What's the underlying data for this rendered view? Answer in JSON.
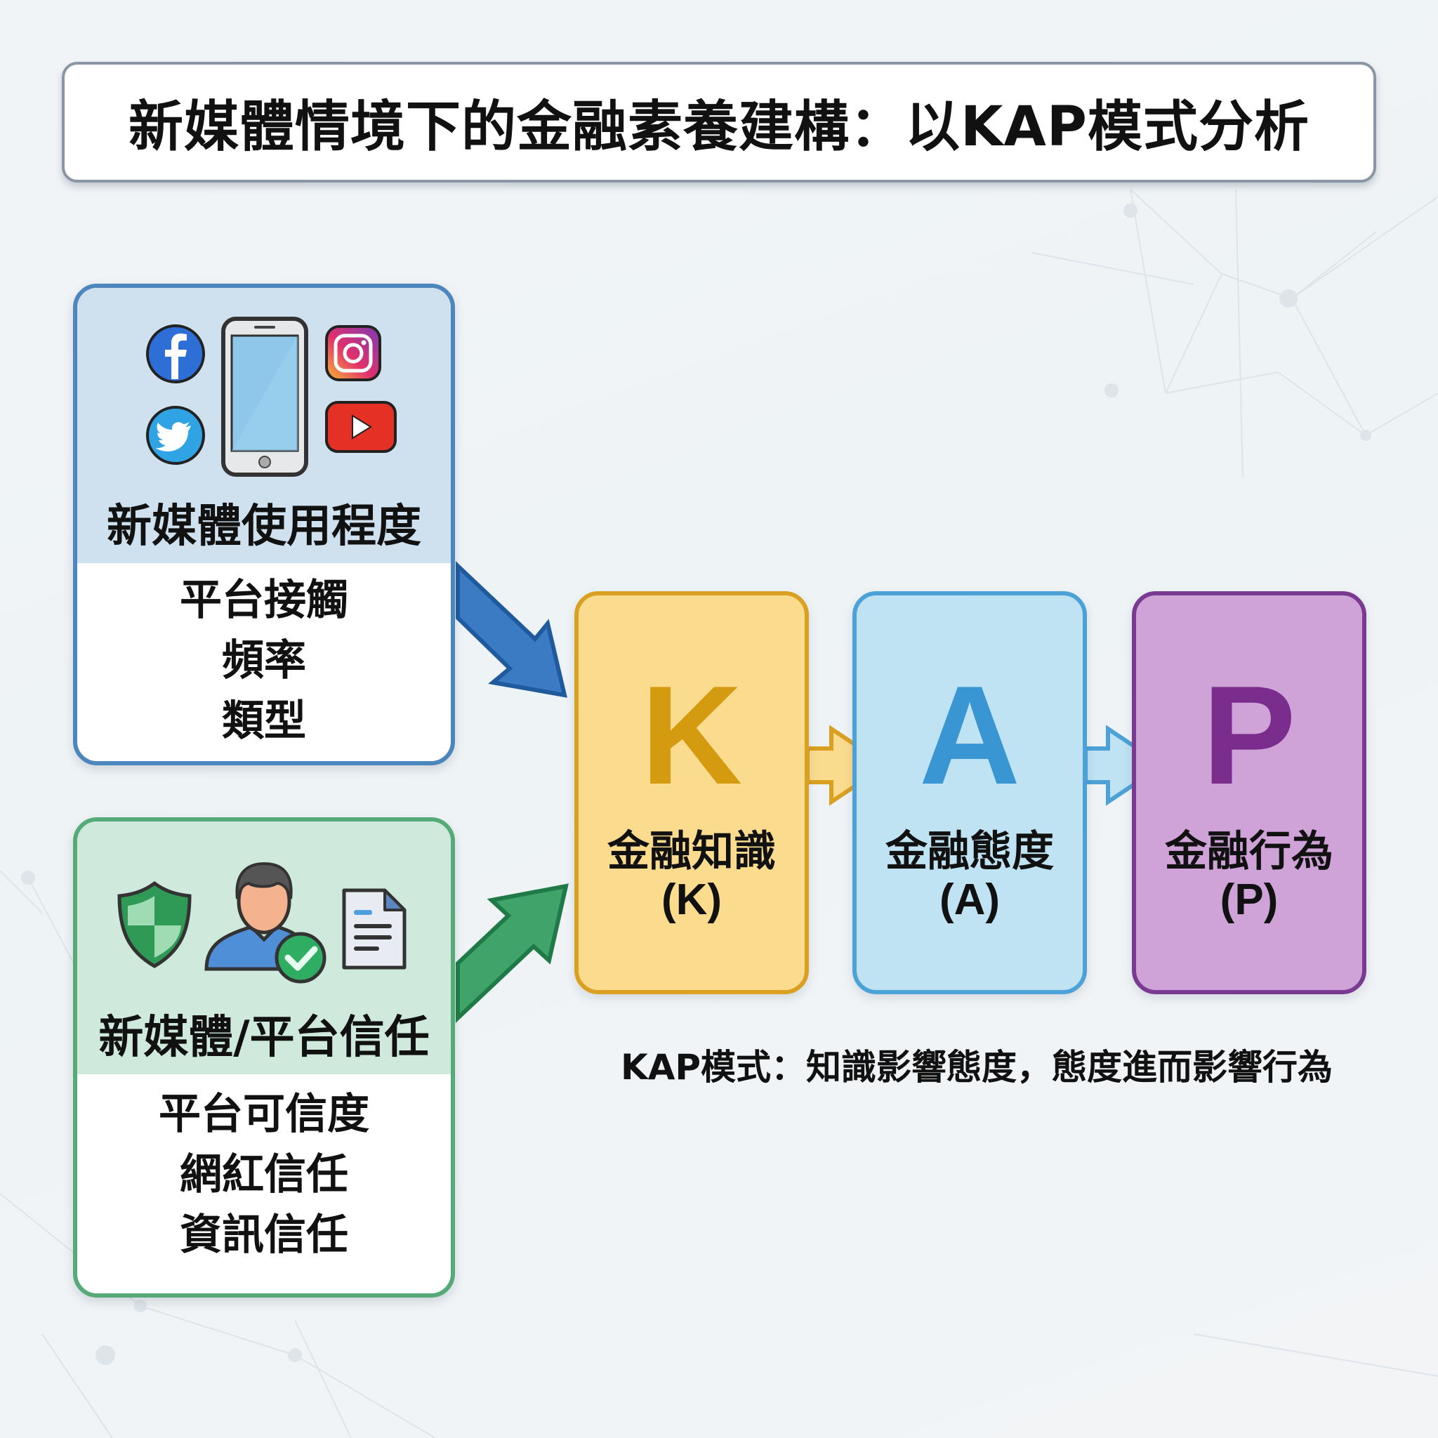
{
  "title": "新媒體情境下的金融素養建構：以KAP模式分析",
  "left_panels": [
    {
      "heading": "新媒體使用程度",
      "items": [
        "平台接觸",
        "頻率",
        "類型"
      ],
      "icons": [
        "facebook-icon",
        "twitter-icon",
        "smartphone-icon",
        "instagram-icon",
        "youtube-icon"
      ],
      "color": "#4d85bd",
      "header_bg": "#cfe1ef"
    },
    {
      "heading": "新媒體/平台信任",
      "items": [
        "平台可信度",
        "網紅信任",
        "資訊信任"
      ],
      "icons": [
        "shield-icon",
        "verified-user-icon",
        "document-icon"
      ],
      "color": "#55aa77",
      "header_bg": "#cfe9dc"
    }
  ],
  "kap": [
    {
      "letter": "K",
      "label": "金融知識",
      "abbr": "(K)",
      "color": "#d9a022",
      "bg": "#fbdc8e"
    },
    {
      "letter": "A",
      "label": "金融態度",
      "abbr": "(A)",
      "color": "#4ca1d6",
      "bg": "#bfe3f3"
    },
    {
      "letter": "P",
      "label": "金融行為",
      "abbr": "(P)",
      "color": "#7a3a92",
      "bg": "#cfa3d8"
    }
  ],
  "caption": "KAP模式：知識影響態度，態度進而影響行為",
  "flows": [
    {
      "from": "新媒體使用程度",
      "to": "金融知識",
      "color": "#3a78bf"
    },
    {
      "from": "新媒體/平台信任",
      "to": "金融知識",
      "color": "#3fa36a"
    },
    {
      "from": "金融知識",
      "to": "金融態度",
      "color": "#fbdc8e"
    },
    {
      "from": "金融態度",
      "to": "金融行為",
      "color": "#bfe3f3"
    }
  ]
}
